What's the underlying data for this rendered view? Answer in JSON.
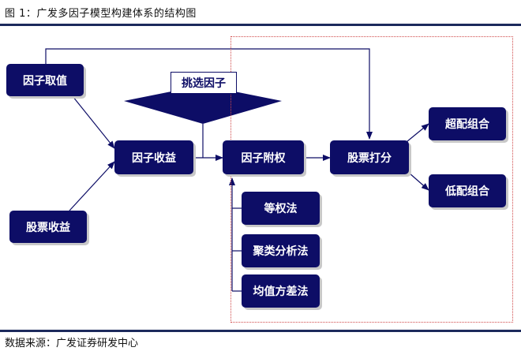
{
  "title": "图 1：广发多因子模型构建体系的结构图",
  "source": "数据来源：广发证券研发中心",
  "colors": {
    "box": "#0d0d66",
    "rule": "#1c2a5c",
    "dotted_frame": "#d04a4a"
  },
  "nodes": {
    "factor_value": "因子取值",
    "stock_return": "股票收益",
    "factor_return": "因子收益",
    "select_factor": "挑选因子",
    "factor_weight": "因子附权",
    "stock_score": "股票打分",
    "long_portfolio": "超配组合",
    "short_portfolio": "低配组合"
  },
  "methods": [
    "等权法",
    "聚类分析法",
    "均值方差法"
  ]
}
